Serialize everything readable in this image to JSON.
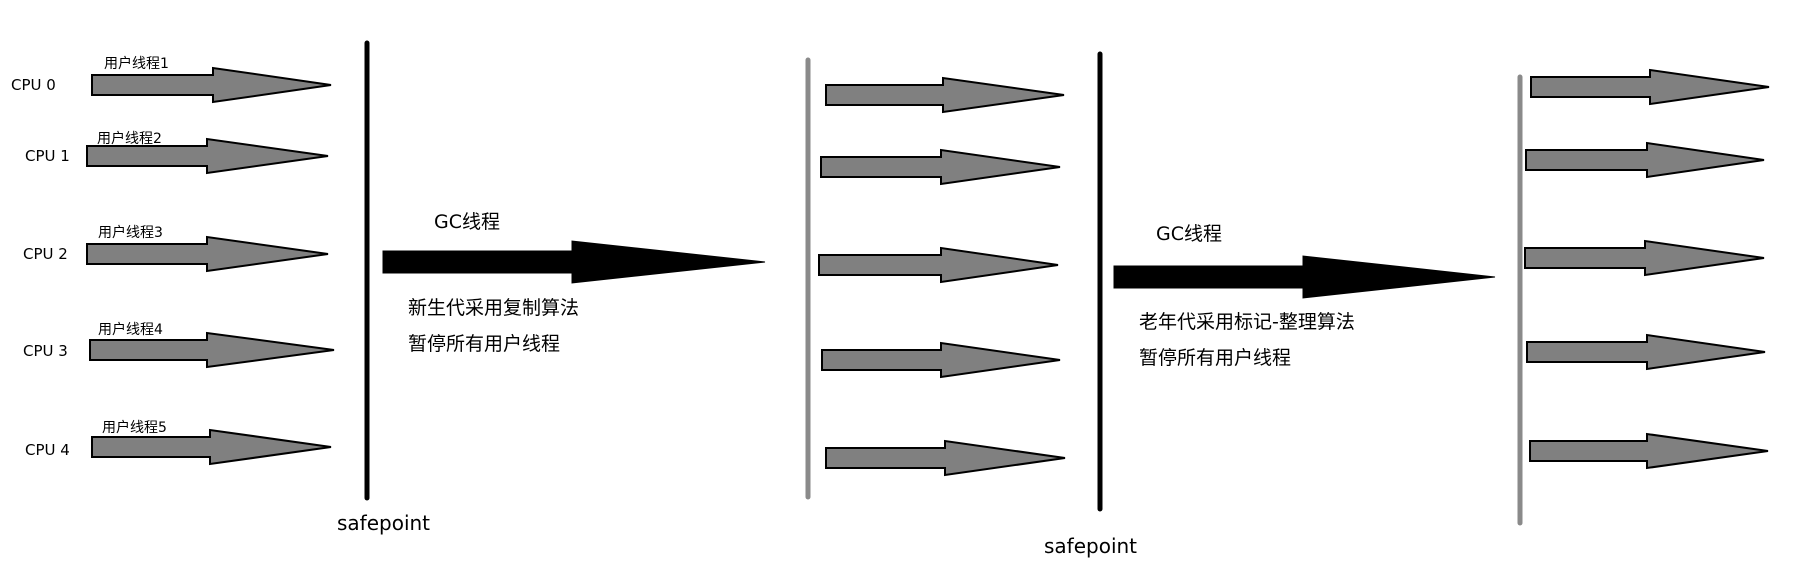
{
  "cpus": [
    {
      "label": "CPU 0",
      "thread": "用户线程1"
    },
    {
      "label": "CPU 1",
      "thread": "用户线程2"
    },
    {
      "label": "CPU 2",
      "thread": "用户线程3"
    },
    {
      "label": "CPU 3",
      "thread": "用户线程4"
    },
    {
      "label": "CPU 4",
      "thread": "用户线程5"
    }
  ],
  "phase1": {
    "gc_label": "GC线程",
    "description_line1": "新生代采用复制算法",
    "description_line2": "暂停所有用户线程",
    "safepoint_label": "safepoint"
  },
  "phase2": {
    "gc_label": "GC线程",
    "description_line1": "老年代采用标记-整理算法",
    "description_line2": "暂停所有用户线程",
    "safepoint_label": "safepoint"
  },
  "colors": {
    "thread_arrow_fill": "#808080",
    "gc_arrow": "#000000",
    "safepoint_line": "#000000",
    "resume_line": "#8a8a8a"
  }
}
